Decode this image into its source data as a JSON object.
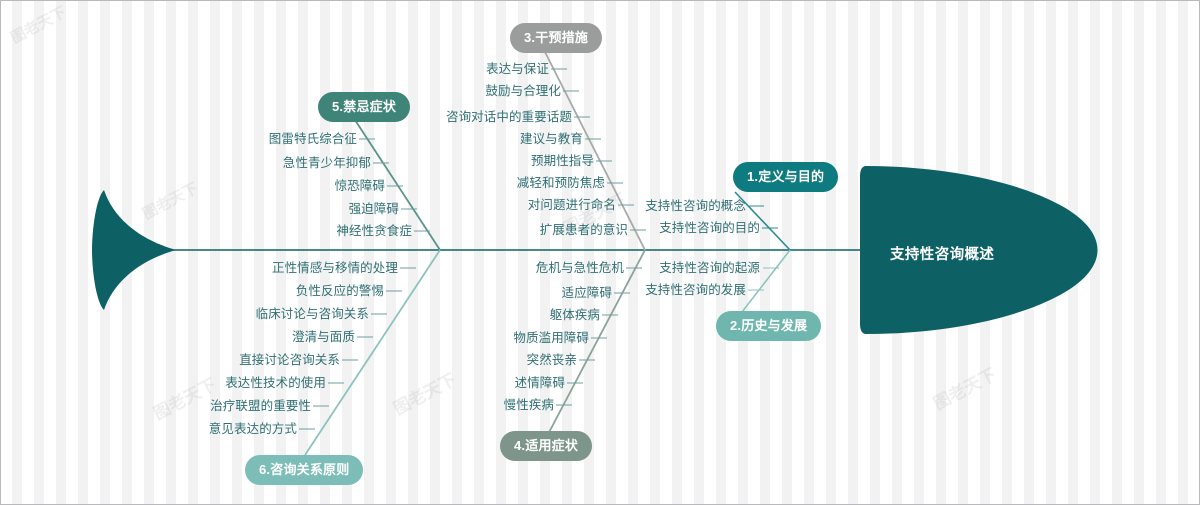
{
  "diagram": {
    "type": "fishbone",
    "head": {
      "label": "支持性咨询概述",
      "color": "#0d6064"
    },
    "spine_color": "#0d6064",
    "branches": [
      {
        "id": 1,
        "label": "1.定义与目的",
        "pill_color": "#0d7b7f",
        "line_color": "#2e8c90",
        "side": "top",
        "items": [
          "支持性咨询的概念",
          "支持性咨询的目的"
        ]
      },
      {
        "id": 2,
        "label": "2.历史与发展",
        "pill_color": "#6fb6ae",
        "line_color": "#8cc4bd",
        "side": "bottom",
        "items": [
          "支持性咨询的起源",
          "支持性咨询的发展"
        ]
      },
      {
        "id": 3,
        "label": "3.干预措施",
        "pill_color": "#9a9d9b",
        "line_color": "#a8aaa8",
        "side": "top",
        "items": [
          "表达与保证",
          "鼓励与合理化",
          "咨询对话中的重要话题",
          "建议与教育",
          "预期性指导",
          "减轻和预防焦虑",
          "对问题进行命名",
          "扩展患者的意识"
        ]
      },
      {
        "id": 4,
        "label": "4.适用症状",
        "pill_color": "#7d958b",
        "line_color": "#8aa497",
        "side": "bottom",
        "items": [
          "危机与急性危机",
          "适应障碍",
          "躯体疾病",
          "物质滥用障碍",
          "突然丧亲",
          "述情障碍",
          "慢性疾病"
        ]
      },
      {
        "id": 5,
        "label": "5.禁忌症状",
        "pill_color": "#3f8478",
        "line_color": "#59948a",
        "side": "top",
        "items": [
          "图雷特氏综合征",
          "急性青少年抑郁",
          "惊恐障碍",
          "强迫障碍",
          "神经性贪食症"
        ]
      },
      {
        "id": 6,
        "label": "6.咨询关系原则",
        "pill_color": "#7dbdb8",
        "line_color": "#8cc3bd",
        "side": "bottom",
        "items": [
          "正性情感与移情的处理",
          "负性反应的警惕",
          "临床讨论与咨询关系",
          "澄清与面质",
          "直接讨论咨询关系",
          "表达性技术的使用",
          "治疗联盟的重要性",
          "意见表达的方式"
        ]
      }
    ],
    "watermarks": [
      "图老天下",
      "图老天下",
      "图老天下",
      "图老天下",
      "图老天下",
      "图老天下"
    ]
  }
}
